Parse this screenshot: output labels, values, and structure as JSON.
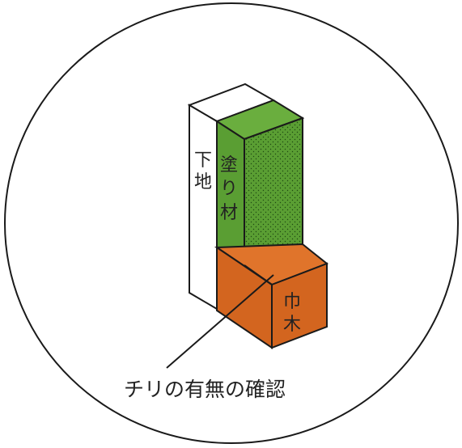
{
  "labels": {
    "substrate": [
      "下",
      "地"
    ],
    "coating": [
      "塗",
      "り",
      "材"
    ],
    "baseboard": [
      "巾",
      "木"
    ],
    "caption": "チリの有無の確認"
  },
  "colors": {
    "background": "#ffffff",
    "outline": "#1a1a1a",
    "substrate_face": "#ffffff",
    "coating_front": "#5a9e33",
    "coating_top": "#6aae3e",
    "coating_dots": "#1f4a12",
    "baseboard_front": "#d3651f",
    "baseboard_top": "#e0742b",
    "text": "#222222"
  }
}
